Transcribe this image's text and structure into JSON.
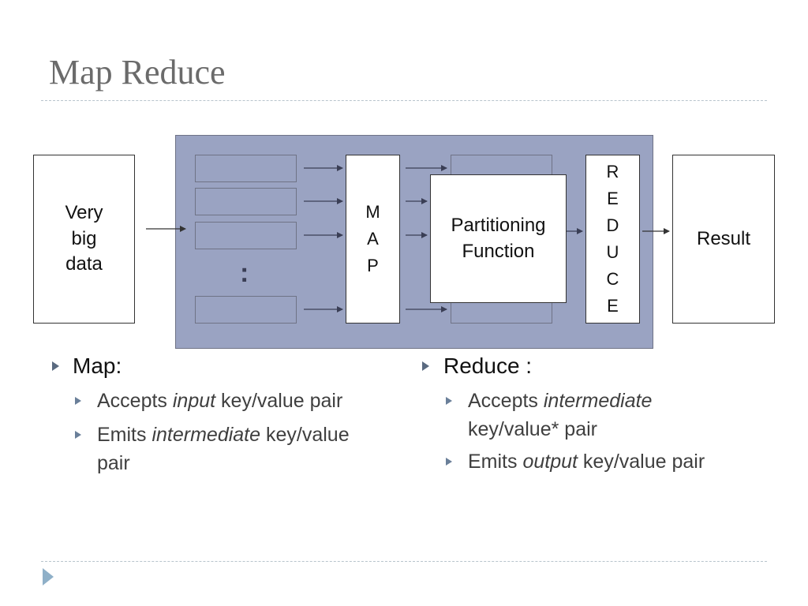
{
  "title": "Map Reduce",
  "diagram": {
    "input_label_lines": [
      "Very",
      "big",
      "data"
    ],
    "ellipsis": ":",
    "map_letters": [
      "M",
      "A",
      "P"
    ],
    "partition_lines": [
      "Partitioning",
      "Function"
    ],
    "reduce_letters": [
      "R",
      "E",
      "D",
      "U",
      "C",
      "E"
    ],
    "result_label": "Result"
  },
  "bullets": {
    "map": {
      "head": "Map:",
      "items": [
        {
          "before": "Accepts ",
          "em": "input",
          "after": " key/value pair"
        },
        {
          "before": "Emits ",
          "em": "intermediate",
          "after": " key/value",
          "line2": "pair"
        }
      ]
    },
    "reduce": {
      "head": "Reduce :",
      "items": [
        {
          "before": "Accepts ",
          "em": "intermediate",
          "after": "",
          "line2": "key/value* pair"
        },
        {
          "before": "Emits ",
          "em": "output",
          "after": " key/value pair"
        }
      ]
    }
  },
  "colors": {
    "panel": "#9aa3c2",
    "title": "#6b6b6b",
    "bullet_marker": "#5a6a80"
  }
}
